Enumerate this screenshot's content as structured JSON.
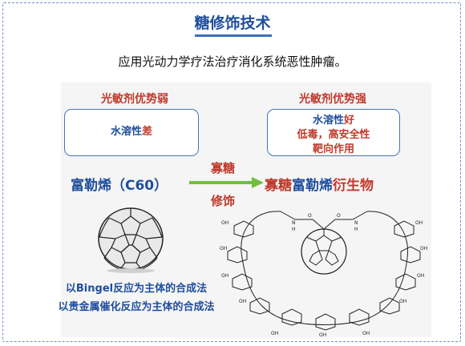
{
  "title": "糖修饰技术",
  "subtitle": "应用光动力学疗法治疗消化系统恶性肿瘤。",
  "left": {
    "heading": "光敏剂优势弱",
    "box": {
      "prefix": "水溶性",
      "suffix": "差"
    },
    "compound": "富勒烯（C60）"
  },
  "arrow": {
    "top": "寡糖",
    "bottom": "修饰"
  },
  "right": {
    "heading": "光敏剂优势强",
    "box": {
      "line1_prefix": "水溶性",
      "line1_suffix": "好",
      "line2": "低毒，高安全性",
      "line3": "靶向作用"
    },
    "compound": {
      "part1": "寡糖",
      "part2": "富勒烯",
      "part3": "衍生物"
    }
  },
  "methods": [
    "以Bingel反应为主体的合成法",
    "以贵金属催化反应为主体的合成法"
  ],
  "colors": {
    "blue": "#1f4e9c",
    "red": "#c0392b",
    "green_arrow": "#6fbf3f",
    "border": "#6f8fc4"
  },
  "structure_labels": {
    "oh": "OH",
    "o": "O",
    "n": "N",
    "h": "H"
  }
}
